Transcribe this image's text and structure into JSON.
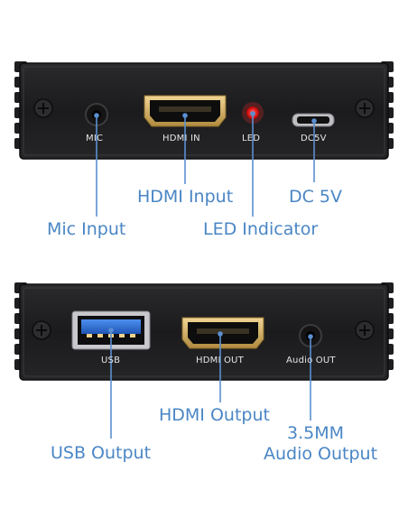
{
  "top_panel": {
    "port_labels": {
      "mic": "MIC",
      "hdmi_in": "HDMI IN",
      "led": "LED",
      "dc": "DC5V"
    },
    "callouts": {
      "hdmi_input": "HDMI Input",
      "dc_5v": "DC 5V",
      "mic_input": "Mic Input",
      "led_indicator": "LED Indicator"
    }
  },
  "bottom_panel": {
    "port_labels": {
      "usb": "USB",
      "hdmi_out": "HDMI OUT",
      "audio_out": "Audio OUT"
    },
    "callouts": {
      "hdmi_output": "HDMI Output",
      "usb_output": "USB Output",
      "audio_output_line1": "3.5MM",
      "audio_output_line2": "Audio Output"
    }
  },
  "colors": {
    "panel": "#1c1c1e",
    "callout_text": "#4a86c5",
    "leader_line": "#5b8fd0",
    "led": "#ff2a2a",
    "usb_blue": "#2f6fd6",
    "hdmi_gold": "#d6b36a"
  }
}
